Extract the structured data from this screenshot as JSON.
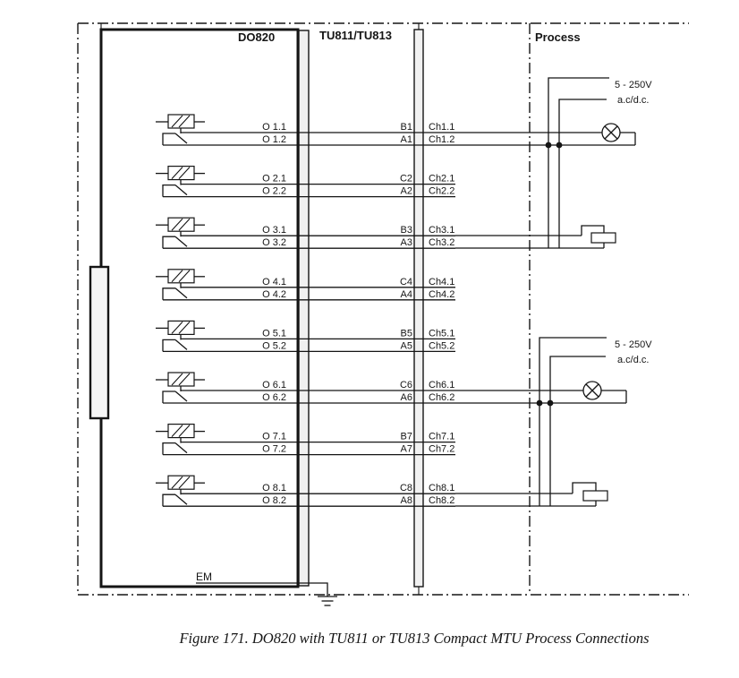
{
  "figure": {
    "do_label": "DO820",
    "tu_label": "TU811/TU813",
    "process_label": "Process",
    "em_label": "EM",
    "supplies": [
      {
        "voltage": "5 - 250V",
        "type": "a.c/d.c."
      },
      {
        "voltage": "5 - 250V",
        "type": "a.c/d.c."
      }
    ],
    "channels": [
      {
        "o_top": "O 1.1",
        "o_bot": "O 1.2",
        "term_top": "B1",
        "term_bot": "A1",
        "ch_top": "Ch1.1",
        "ch_bot": "Ch1.2"
      },
      {
        "o_top": "O 2.1",
        "o_bot": "O 2.2",
        "term_top": "C2",
        "term_bot": "A2",
        "ch_top": "Ch2.1",
        "ch_bot": "Ch2.2"
      },
      {
        "o_top": "O 3.1",
        "o_bot": "O 3.2",
        "term_top": "B3",
        "term_bot": "A3",
        "ch_top": "Ch3.1",
        "ch_bot": "Ch3.2"
      },
      {
        "o_top": "O 4.1",
        "o_bot": "O 4.2",
        "term_top": "C4",
        "term_bot": "A4",
        "ch_top": "Ch4.1",
        "ch_bot": "Ch4.2"
      },
      {
        "o_top": "O 5.1",
        "o_bot": "O 5.2",
        "term_top": "B5",
        "term_bot": "A5",
        "ch_top": "Ch5.1",
        "ch_bot": "Ch5.2"
      },
      {
        "o_top": "O 6.1",
        "o_bot": "O 6.2",
        "term_top": "C6",
        "term_bot": "A6",
        "ch_top": "Ch6.1",
        "ch_bot": "Ch6.2"
      },
      {
        "o_top": "O 7.1",
        "o_bot": "O 7.2",
        "term_top": "B7",
        "term_bot": "A7",
        "ch_top": "Ch7.1",
        "ch_bot": "Ch7.2"
      },
      {
        "o_top": "O 8.1",
        "o_bot": "O 8.2",
        "term_top": "C8",
        "term_bot": "A8",
        "ch_top": "Ch8.1",
        "ch_bot": "Ch8.2"
      }
    ]
  },
  "caption": "Figure 171. DO820 with TU811 or TU813 Compact MTU Process Connections",
  "colors": {
    "line": "#151515",
    "bar_fill": "#f1f1f1"
  }
}
